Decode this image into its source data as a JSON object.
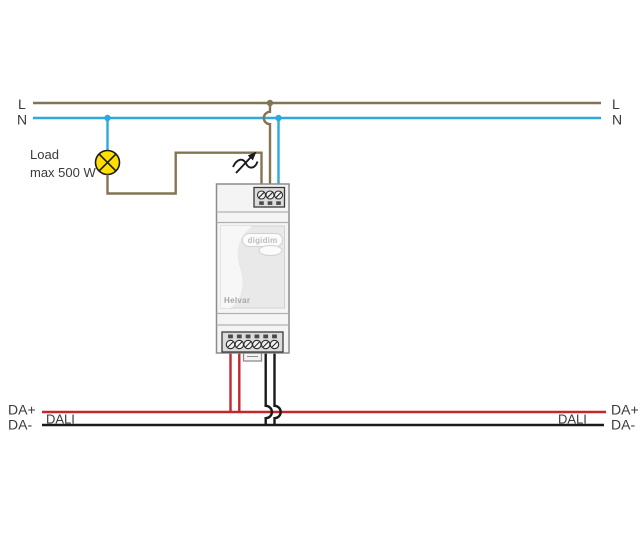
{
  "labels": {
    "l_left": "L",
    "n_left": "N",
    "l_right": "L",
    "n_right": "N",
    "load_line1": "Load",
    "load_line2": "max 500 W",
    "da_plus_left": "DA+",
    "da_minus_left": "DA-",
    "dali_left": "DALI",
    "da_plus_right": "DA+",
    "da_minus_right": "DA-",
    "dali_right": "DALI"
  },
  "device": {
    "brand": "Helvar",
    "product": "digidim"
  },
  "colors": {
    "live_wire": "#857454",
    "neutral_wire": "#2fa8dc",
    "dali_plus_wire": "#c1272d",
    "dali_minus_wire": "#1a1a1a",
    "lamp_fill": "#ffdf00",
    "symbol_stroke": "#1a1a1a"
  },
  "icons": {
    "load": "lamp-crossed-circle-icon",
    "dimmer": "phase-dimmer-arrow-icon",
    "terminal": "screw-terminal-icon"
  }
}
